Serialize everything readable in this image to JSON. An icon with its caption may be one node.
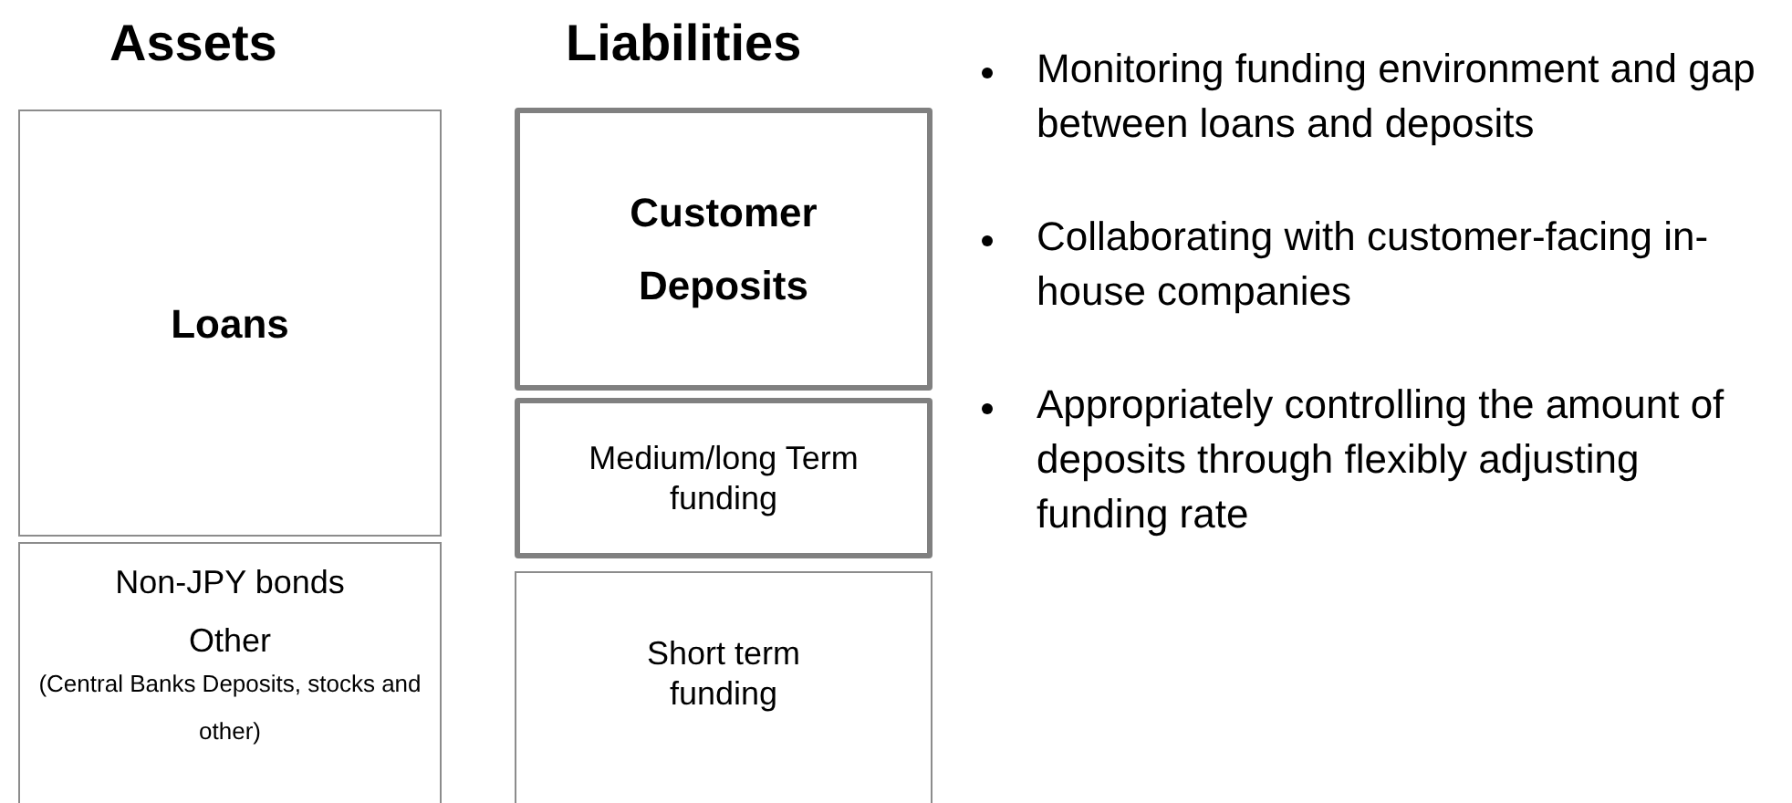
{
  "diagram": {
    "nodes": [
      {
        "text": [
          "Loans"
        ]
      },
      {
        "text": [
          "Non-JPY bonds",
          "Other",
          "(Central Banks Deposits, stocks and other)"
        ]
      },
      {
        "text": [
          "Customer Deposits"
        ]
      },
      {
        "text": [
          "Medium/long Term funding"
        ]
      },
      {
        "text": [
          "Short term funding"
        ]
      }
    ],
    "edges": [],
    "labels": [
      "Assets",
      "Liabilities",
      "Monitoring funding environment and gap between loans and deposits",
      "Collaborating with customer-facing in-house companies",
      "Appropriately controlling the amount of deposits through flexibly adjusting funding rate"
    ]
  }
}
